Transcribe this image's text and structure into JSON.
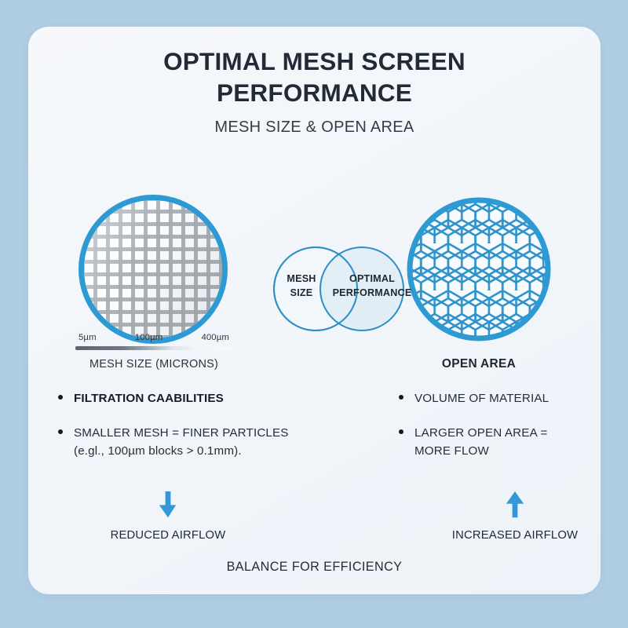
{
  "header": {
    "title": "OPTIMAL MESH SCREEN PERFORMANCE",
    "subtitle": "MESH SIZE & OPEN AREA"
  },
  "colors": {
    "page_background": "#afcde3",
    "card_background": "#f3f7fb",
    "accent_blue": "#2e9ad4",
    "arrow_blue": "#3498d8",
    "text_dark": "#222a35",
    "mesh_gray": "#969ea6"
  },
  "diagram": {
    "left_circle": {
      "name": "square-mesh-screen",
      "pattern": "square-weave-grid",
      "ring_color": "#2e9ad4"
    },
    "right_circle": {
      "name": "honeycomb-open-area-screen",
      "pattern": "hexagon-honeycomb",
      "ring_color": "#2e9ad4"
    },
    "venn": {
      "left_label": "MESH\nSIZE",
      "left_label_line1": "MESH",
      "left_label_line2": "SIZE",
      "right_label_line1": "OPTIMAL",
      "right_label_line2": "PERFORMANCE",
      "stroke_color": "#2e8fc6",
      "overlap_fill": "#dbe9f3"
    }
  },
  "scale": {
    "ticks": [
      "5µm",
      "100µm",
      "400µm"
    ],
    "caption": "MESH SIZE (MICRONS)"
  },
  "left_column": {
    "bullets": [
      {
        "text": "FILTRATION CAABILITIES",
        "strong": true
      },
      {
        "text": "SMALLER MESH = FINER PARTICLES\n(e.gl., 100µm blocks > 0.1mm).",
        "strong": false
      }
    ],
    "bullet_1": "FILTRATION CAABILITIES",
    "bullet_2_line1": "SMALLER MESH = FINER PARTICLES",
    "bullet_2_line2": "(e.gl., 100µm blocks > 0.1mm).",
    "arrow_direction": "down",
    "arrow_caption": "REDUCED AIRFLOW"
  },
  "right_column": {
    "heading": "OPEN AREA",
    "bullet_1": "VOLUME OF MATERIAL",
    "bullet_2_line1": "LARGER OPEN AREA =",
    "bullet_2_line2": "MORE FLOW",
    "arrow_direction": "up",
    "arrow_caption": "INCREASED AIRFLOW"
  },
  "footer": {
    "text": "BALANCE FOR EFFICIENCY"
  }
}
